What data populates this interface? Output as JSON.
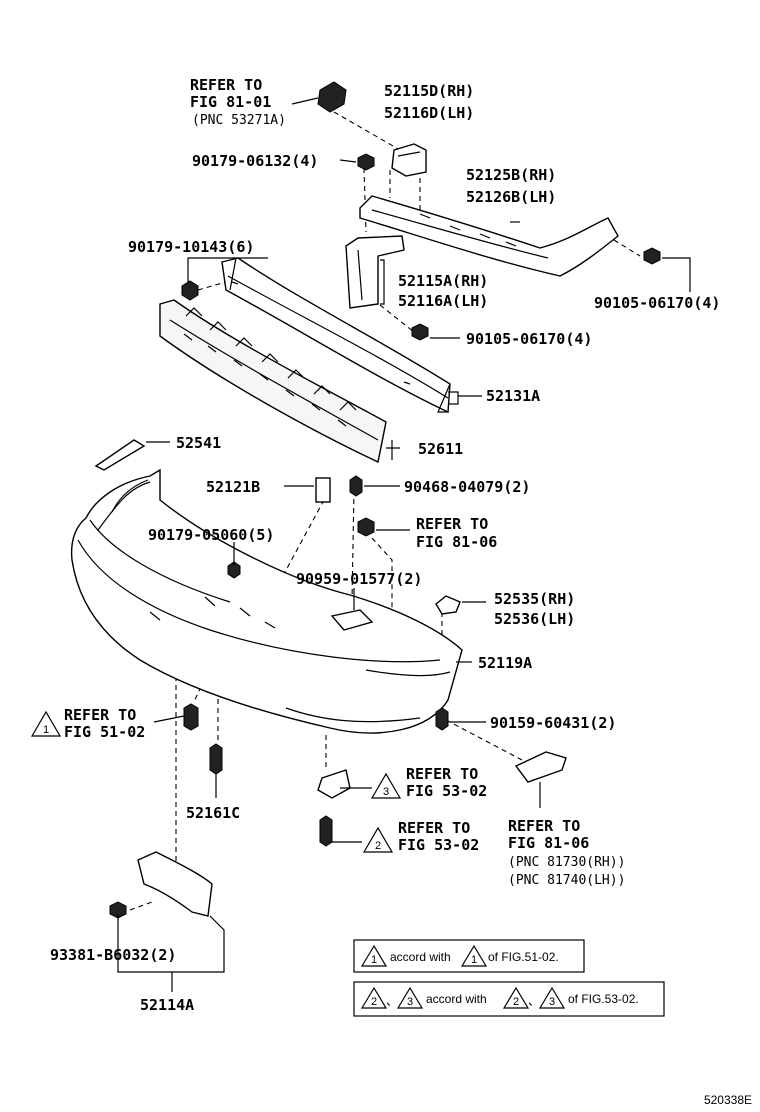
{
  "labels": {
    "refer_fig_81_01_line1": "REFER TO",
    "refer_fig_81_01_line2": "FIG 81-01",
    "refer_fig_81_01_line3": "(PNC 53271A)",
    "p52115D": "52115D(RH)",
    "p52116D": "52116D(LH)",
    "p90179_06132": "90179-06132(4)",
    "p52125B": "52125B(RH)",
    "p52126B": "52126B(LH)",
    "p90179_10143": "90179-10143(6)",
    "p52115A": "52115A(RH)",
    "p52116A": "52116A(LH)",
    "p90105_06170_right": "90105-06170(4)",
    "p90105_06170_mid": "90105-06170(4)",
    "p52131A": "52131A",
    "p52541": "52541",
    "p52611": "52611",
    "p52121B": "52121B",
    "p90468_04079": "90468-04079(2)",
    "p90179_05060": "90179-05060(5)",
    "refer_fig_81_06_upper_line1": "REFER TO",
    "refer_fig_81_06_upper_line2": "FIG 81-06",
    "p90959_01577": "90959-01577(2)",
    "p52535": "52535(RH)",
    "p52536": "52536(LH)",
    "p52119A": "52119A",
    "refer_fig_51_02_line1": "REFER TO",
    "refer_fig_51_02_line2": "FIG 51-02",
    "p90159_60431": "90159-60431(2)",
    "refer_fig_53_02_a_line1": "REFER TO",
    "refer_fig_53_02_a_line2": "FIG 53-02",
    "p52161C": "52161C",
    "refer_fig_53_02_b_line1": "REFER TO",
    "refer_fig_53_02_b_line2": "FIG 53-02",
    "refer_fig_81_06_lower_line1": "REFER TO",
    "refer_fig_81_06_lower_line2": "FIG 81-06",
    "pnc_81730": "(PNC 81730(RH))",
    "pnc_81740": "(PNC 81740(LH))",
    "p93381_B6032": "93381-B6032(2)",
    "p52114A": "52114A",
    "tri_1": "1",
    "tri_2": "2",
    "tri_3": "3"
  },
  "notes": {
    "note1_part1": "accord with",
    "note1_part2": "of FIG.51-02.",
    "note2_sep": "、",
    "note2_part1": "accord with",
    "note2_part2": "of FIG.53-02."
  },
  "diagram_code": "520338E"
}
